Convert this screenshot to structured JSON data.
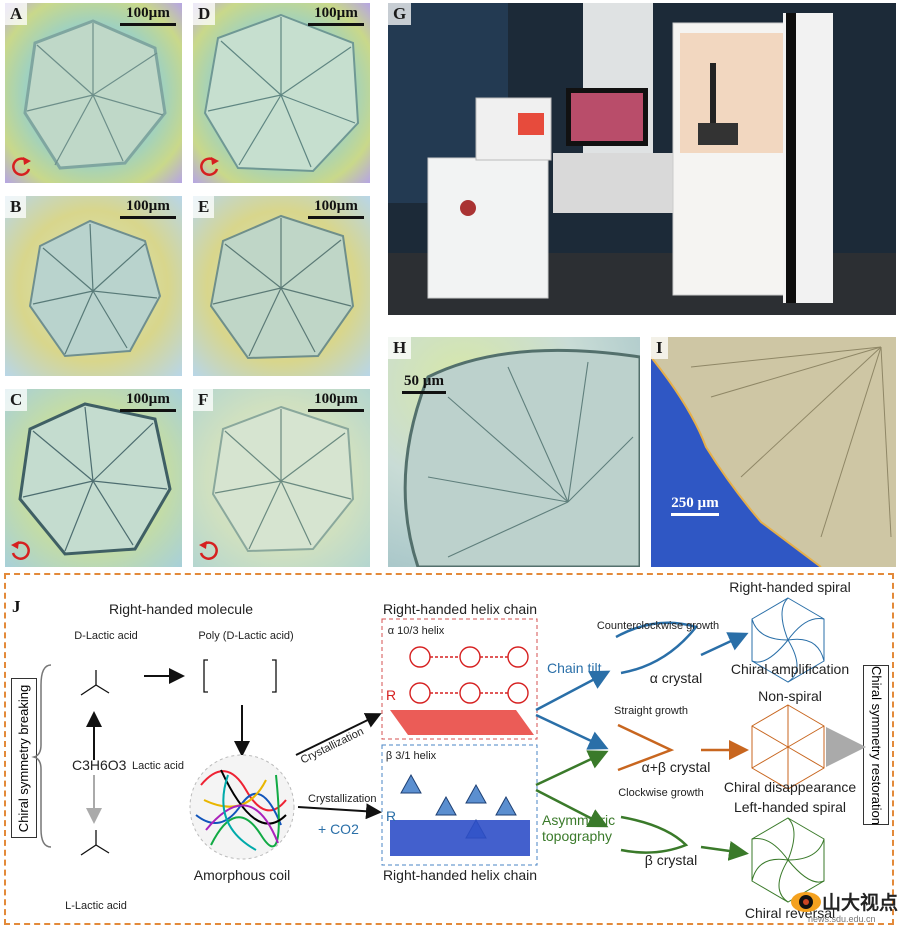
{
  "panels": {
    "A": {
      "label": "A",
      "scale": "100µm"
    },
    "B": {
      "label": "B",
      "scale": "100µm"
    },
    "C": {
      "label": "C",
      "scale": "100µm"
    },
    "D": {
      "label": "D",
      "scale": "100µm"
    },
    "E": {
      "label": "E",
      "scale": "100µm"
    },
    "F": {
      "label": "F",
      "scale": "100µm"
    },
    "G": {
      "label": "G"
    },
    "H": {
      "label": "H",
      "scale": "50 µm"
    },
    "I": {
      "label": "I",
      "scale": "250 µm"
    }
  },
  "schematic": {
    "label": "J",
    "left_box": "Chiral symmetry breaking",
    "right_box": "Chiral symmetry restoration",
    "right_handed_molecule": "Right-handed molecule",
    "d_lactic": "D-Lactic acid",
    "poly_d_lactic": "Poly (D-Lactic acid)",
    "formula": "C3H6O3",
    "lactic_acid": "Lactic acid",
    "l_lactic": "L-Lactic acid",
    "amorphous": "Amorphous coil",
    "crystallization_1": "Crystallization",
    "crystallization_2": "Crystallization",
    "co2": "+ CO2",
    "helix_title_top": "Right-handed helix chain",
    "helix_title_bottom": "Right-handed helix chain",
    "alpha_helix": "α 10/3 helix",
    "beta_helix": "β 3/1 helix",
    "R_top": "R",
    "R_bottom": "R",
    "chain_tilt": "Chain tilt",
    "asym_topo": "Asymmetric topography",
    "ccw_growth": "Counterclockwise growth",
    "straight_growth": "Straight growth",
    "cw_growth": "Clockwise growth",
    "alpha_crystal": "α crystal",
    "alpha_beta_crystal": "α+β crystal",
    "beta_crystal": "β crystal",
    "rh_spiral": "Right-handed spiral",
    "chiral_amp": "Chiral amplification",
    "non_spiral": "Non-spiral",
    "chiral_disappear": "Chiral disappearance",
    "lh_spiral": "Left-handed spiral",
    "chiral_reversal": "Chiral reversal"
  },
  "watermark": {
    "text": "山大视点",
    "url": "news.sdu.edu.cn"
  },
  "colors": {
    "frame": "#e38a3a",
    "blue": "#2a6fa8",
    "orange": "#c8661f",
    "green": "#3a7a2a",
    "red": "#d62020"
  }
}
